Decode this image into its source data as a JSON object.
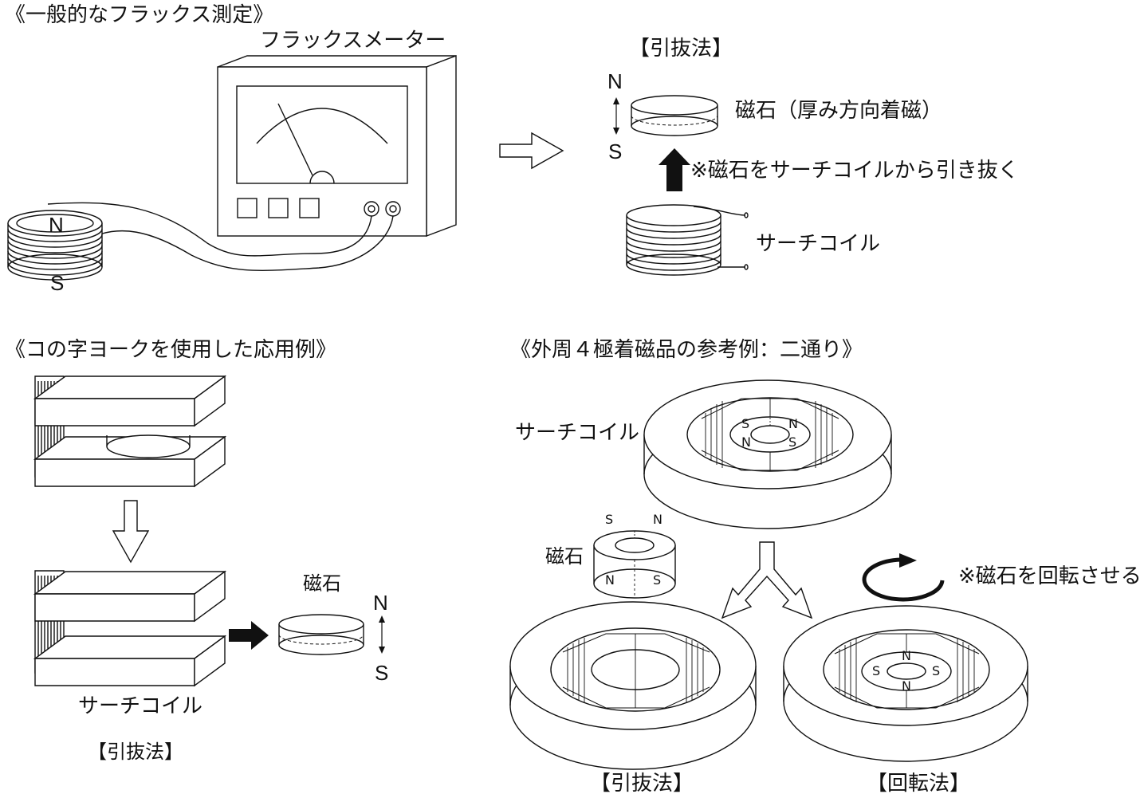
{
  "sections": {
    "general_title": "《一般的なフラックス測定》",
    "yoke_title": "《コの字ヨークを使用した応用例》",
    "four_pole_title": "《外周４極着磁品の参考例：二通り》"
  },
  "labels": {
    "fluxmeter": "フラックスメーター",
    "pull_method": "【引抜法】",
    "magnet_thickness": "磁石（厚み方向着磁）",
    "pull_note": "※磁石をサーチコイルから引き抜く",
    "search_coil": "サーチコイル",
    "magnet": "磁石",
    "rotate_note": "※磁石を回転させる",
    "rotation_method": "【回転法】"
  },
  "poles": {
    "north": "N",
    "south": "S"
  }
}
